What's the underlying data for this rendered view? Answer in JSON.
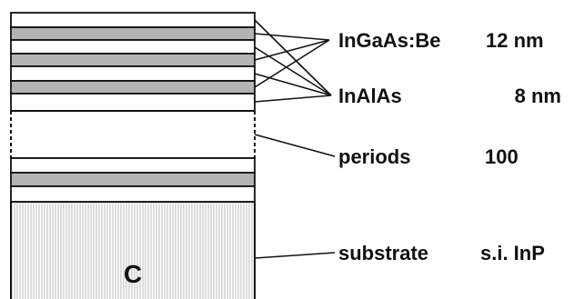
{
  "layers": [
    {
      "material": "InGaAs:Be",
      "thickness": "12 nm"
    },
    {
      "material": "InAlAs",
      "thickness": "8 nm"
    }
  ],
  "periods": {
    "label": "periods",
    "value": "100"
  },
  "substrate": {
    "label": "substrate",
    "value": "s.i. InP",
    "letter": "C"
  },
  "colors": {
    "ingaas": "#b4b4b4",
    "inalas": "#ffffff",
    "stroke": "#111111",
    "substrate_hatch": "#9a9a9a"
  }
}
